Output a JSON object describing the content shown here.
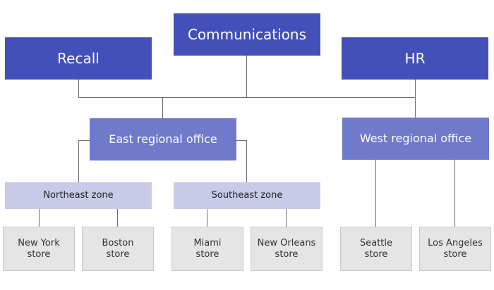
{
  "top_units": {
    "communications": "Communications",
    "recall": "Recall",
    "hr": "HR"
  },
  "regional_offices": {
    "east": "East regional office",
    "west": "West regional office"
  },
  "zones": {
    "northeast": "Northeast zone",
    "southeast": "Southeast zone"
  },
  "stores": {
    "new_york": "New York\nstore",
    "boston": "Boston\nstore",
    "miami": "Miami\nstore",
    "new_orleans": "New Orleans\nstore",
    "seattle": "Seattle\nstore",
    "los_angeles": "Los Angeles\nstore"
  },
  "colors": {
    "level1": "#4350b9",
    "level2": "#6f7acb",
    "level3": "#c8cbe8",
    "level4": "#e5e5e5",
    "connector": "#6e6e6e"
  }
}
